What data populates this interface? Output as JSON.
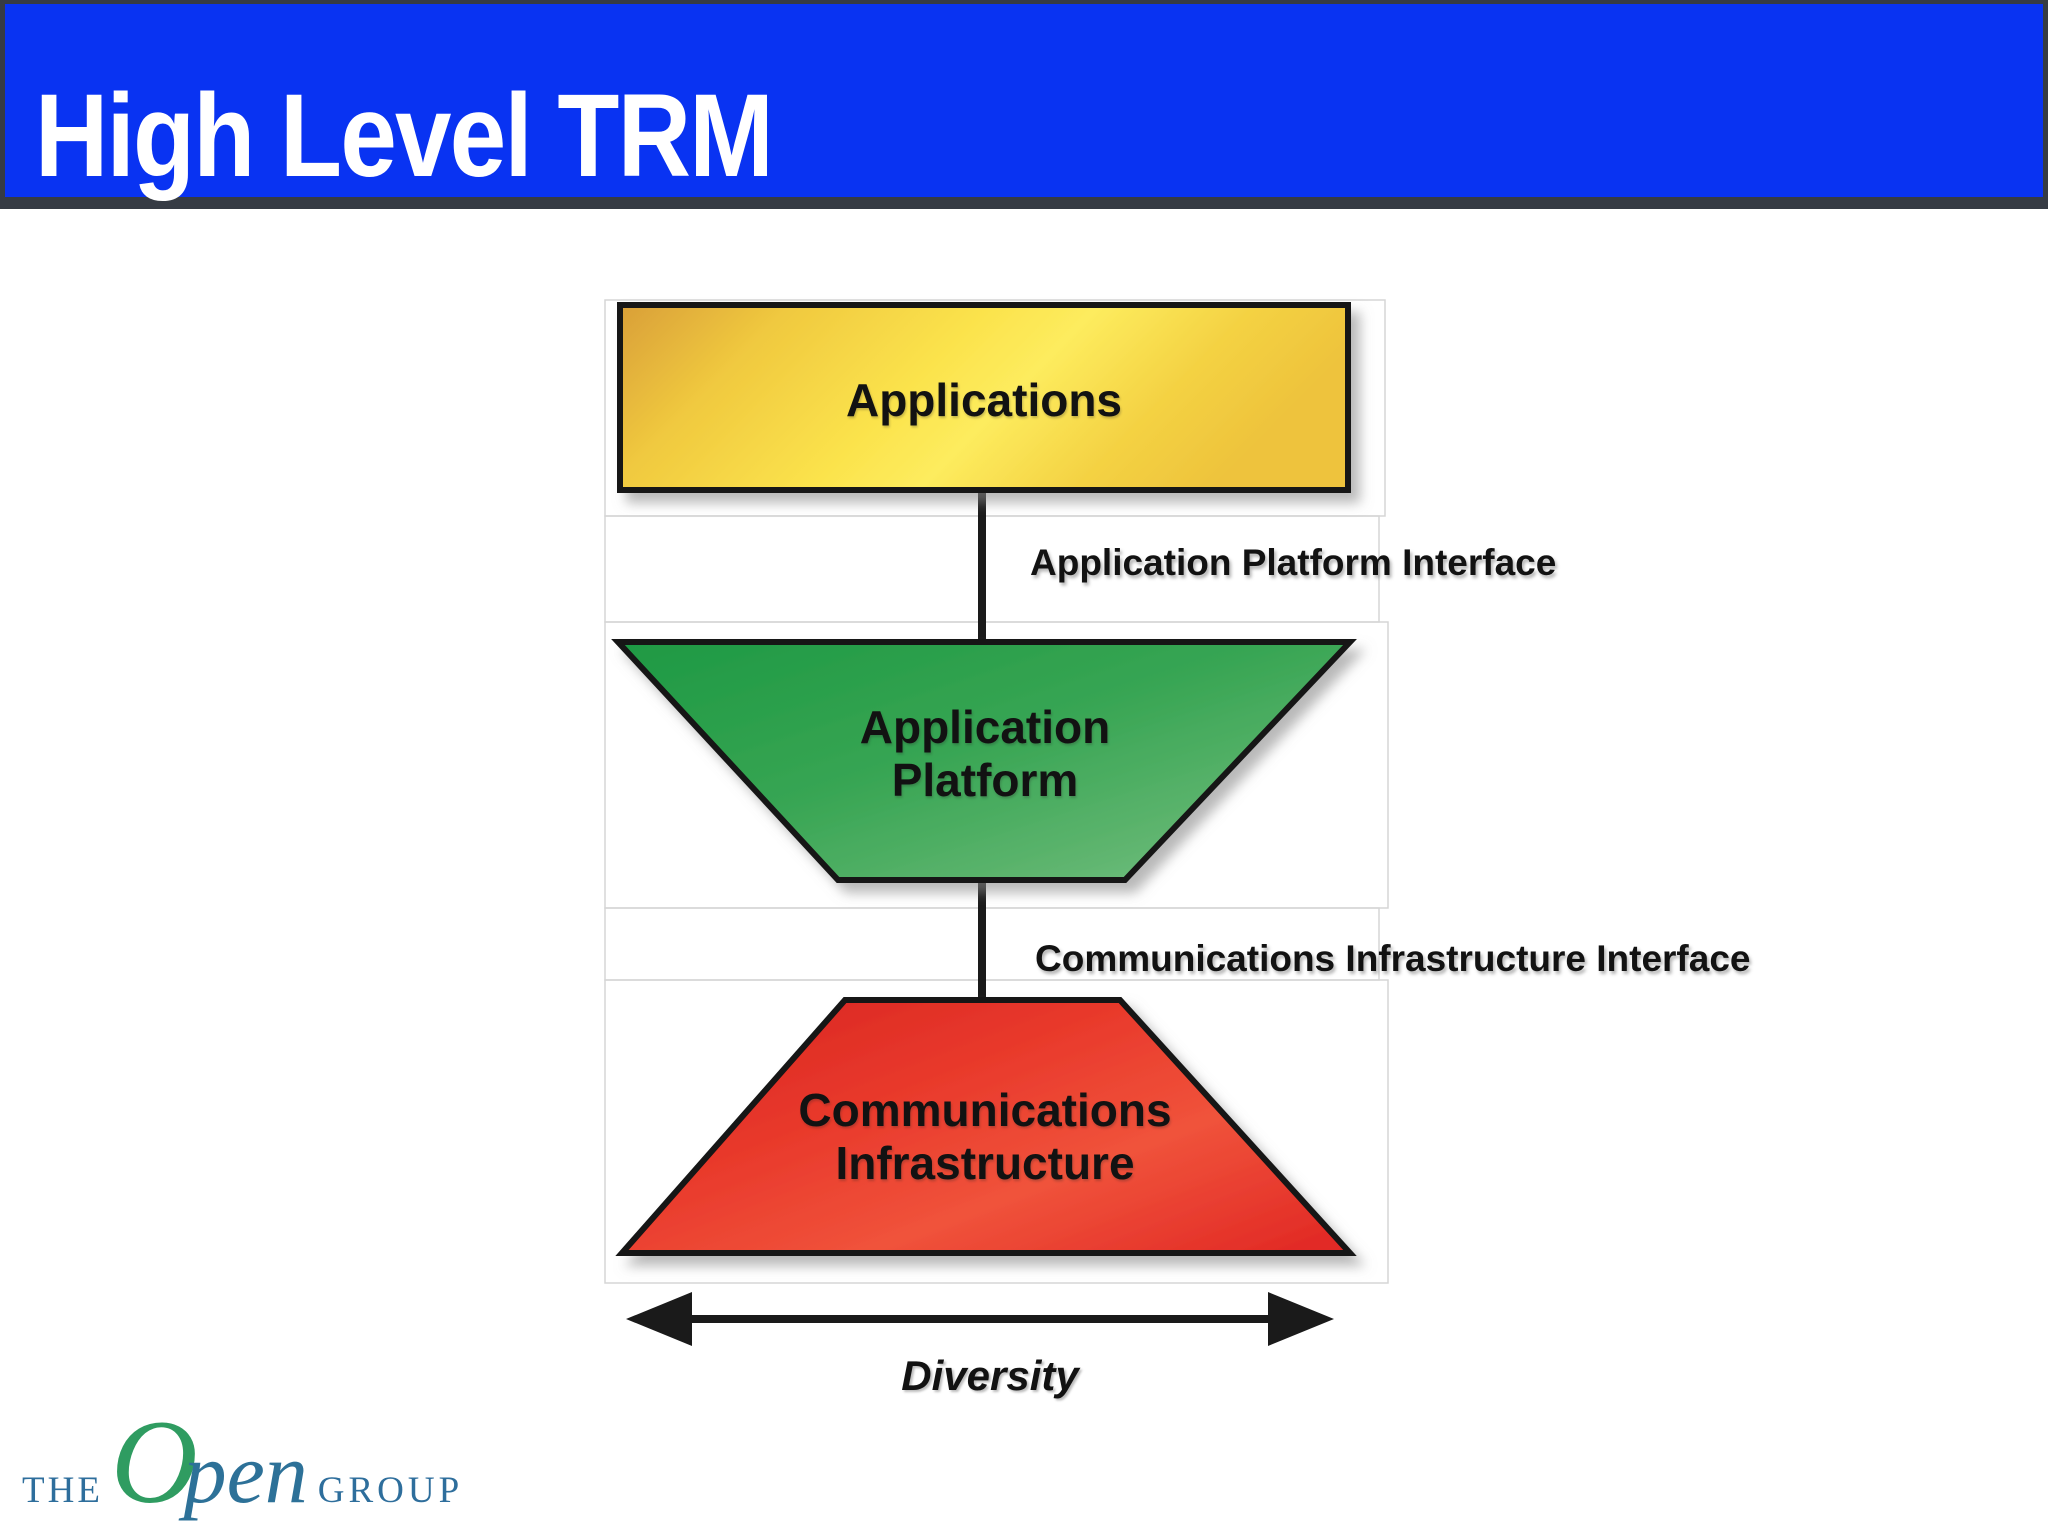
{
  "slide": {
    "title": "High Level TRM"
  },
  "diagram": {
    "applications": {
      "label": "Applications",
      "color": "#F9DD4A"
    },
    "api_interface": {
      "label": "Application Platform Interface"
    },
    "application_platform": {
      "label": "Application Platform",
      "lines": [
        "Application",
        "Platform"
      ],
      "color": "#2F9D4B"
    },
    "cii_interface": {
      "label": "Communications Infrastructure Interface"
    },
    "communications_infrastructure": {
      "label": "Communications Infrastructure",
      "lines": [
        "Communications",
        "Infrastructure"
      ],
      "color": "#EA3A2C"
    },
    "diversity": {
      "label": "Diversity"
    }
  },
  "logo": {
    "the": "THE",
    "open_o": "O",
    "open_pen": "pen",
    "group": "GROUP"
  },
  "colors": {
    "titlebar_blue": "#0933F2",
    "titlebar_frame": "#363B44",
    "logo_green": "#2F9C61",
    "logo_blue": "#2E6E9C"
  }
}
